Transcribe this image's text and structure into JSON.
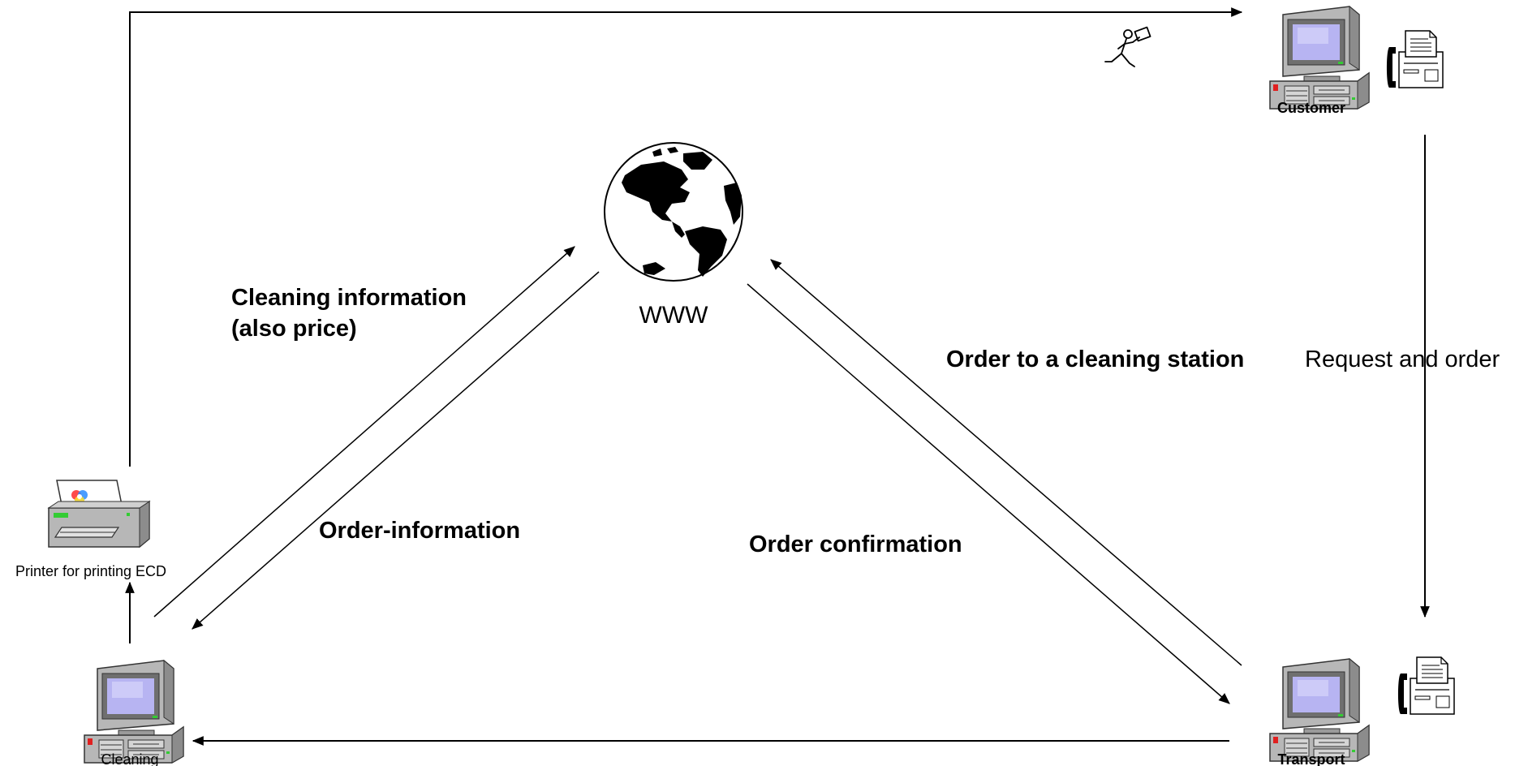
{
  "nodes": {
    "customer": {
      "label": "Customer"
    },
    "transport": {
      "label": "Transport"
    },
    "cleaning": {
      "label": "Cleaning"
    },
    "printer": {
      "label": "Printer for printing ECD"
    },
    "www": {
      "label": "WWW"
    }
  },
  "edges": {
    "cleaning_info": {
      "line1": "Cleaning information",
      "line2": "(also price)"
    },
    "order_information": {
      "label": "Order-information"
    },
    "order_confirmation": {
      "label": "Order confirmation"
    },
    "order_to_station": {
      "label": "Order to a cleaning station"
    },
    "request_and_order": {
      "label": "Request and order"
    }
  },
  "icons": [
    "computer-icon",
    "fax-icon",
    "printer-icon",
    "globe-icon",
    "courier-icon"
  ]
}
